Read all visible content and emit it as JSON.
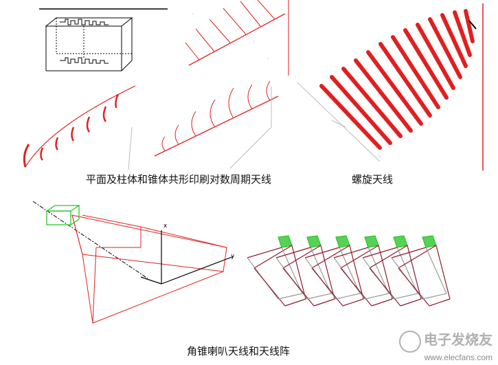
{
  "captions": {
    "log_periodic": "平面及柱体和锥体共形印刷对数周期天线",
    "helix": "螺旋天线",
    "horn": "角锥喇叭天线和天线阵"
  },
  "axis_labels": {
    "x": "x",
    "y": "y"
  },
  "watermark": {
    "cn": "电子发烧友",
    "url": "www.elecfans.com"
  },
  "colors": {
    "antenna_red": "#e02020",
    "green_feed": "#29c629",
    "dark_red": "#8b1a2a"
  }
}
